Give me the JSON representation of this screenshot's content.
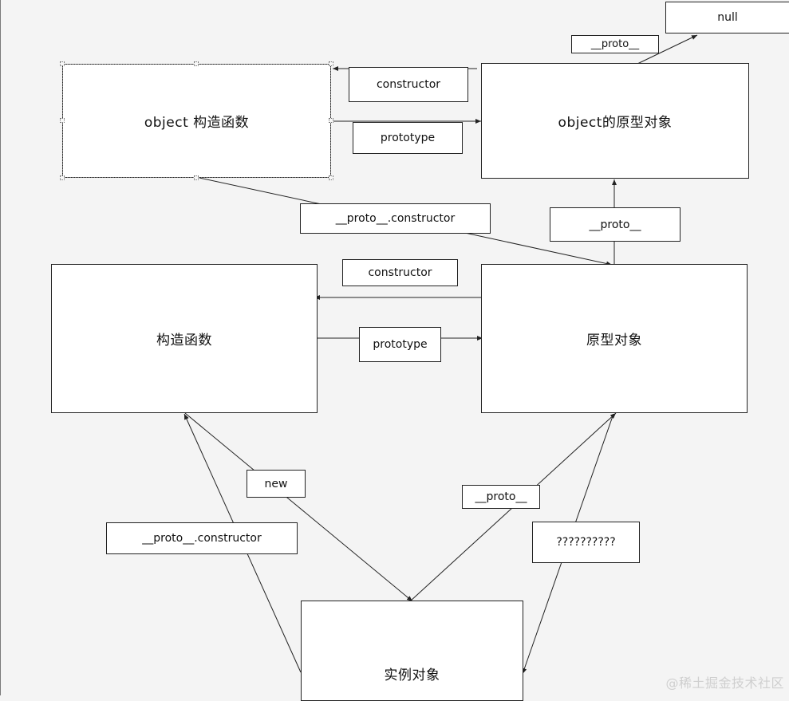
{
  "nodes": {
    "object_constructor": "object 构造函数",
    "object_prototype": "object的原型对象",
    "null_node": "null",
    "constructor_fn": "构造函数",
    "prototype_obj": "原型对象",
    "instance": "实例对象"
  },
  "labels": {
    "top_proto": "__proto__",
    "top_constructor": "constructor",
    "top_prototype": "prototype",
    "top_proto_constructor": "__proto__.constructor",
    "mid_proto": "__proto__",
    "mid_constructor": "constructor",
    "mid_prototype": "prototype",
    "new_label": "new",
    "bottom_proto": "__proto__",
    "bottom_proto_constructor": "__proto__.constructor",
    "question": "??????????"
  },
  "watermark": "@稀土掘金技术社区",
  "colors": {
    "background": "#f4f4f4",
    "box_fill": "#ffffff",
    "stroke": "#222222"
  }
}
